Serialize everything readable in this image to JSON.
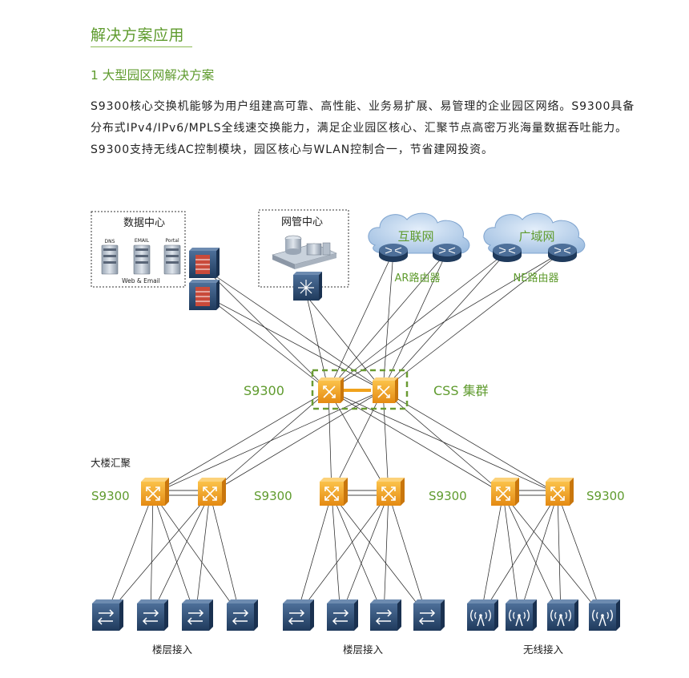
{
  "section_title": "解决方案应用",
  "subsection_title": "1 大型园区网解决方案",
  "paragraph": "S9300核心交换机能够为用户组建高可靠、高性能、业务易扩展、易管理的企业园区网络。S9300具备分布式IPv4/IPv6/MPLS全线速交换能力，满足企业园区核心、汇聚节点高密万兆海量数据吞吐能力。S9300支持无线AC控制模块，园区核心与WLAN控制合一，节省建网投资。",
  "diagram": {
    "data_center": {
      "title": "数据中心",
      "server_labels": [
        "DNS",
        "EMAIL",
        "Portal"
      ],
      "caption": "Web & Email"
    },
    "nms_center": {
      "title": "网管中心"
    },
    "internet": {
      "cloud_label": "互联网",
      "router_label": "AR路由器"
    },
    "wan": {
      "cloud_label": "广域网",
      "router_label": "NE路由器"
    },
    "core": {
      "left_label": "S9300",
      "right_label": "CSS 集群"
    },
    "aggregation": {
      "title": "大楼汇聚",
      "labels": [
        "S9300",
        "S9300",
        "S9300",
        "S9300"
      ]
    },
    "access": {
      "labels": [
        "楼层接入",
        "楼层接入",
        "无线接入"
      ]
    }
  },
  "colors": {
    "accent_green": "#5f9b2e",
    "switch_orange": "#f0a21c",
    "device_navy": "#2b4a70",
    "cloud_blue": "#aac6e4"
  }
}
